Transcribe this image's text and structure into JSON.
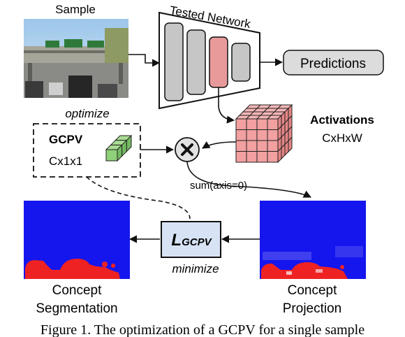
{
  "labels": {
    "sample": "Sample",
    "tested_network": "Tested Network",
    "predictions": "Predictions",
    "activations": "Activations",
    "activations_dims": "CxHxW",
    "optimize": "optimize",
    "gcpv": "GCPV",
    "gcpv_dims": "Cx1x1",
    "sum": "sum(axis=0)",
    "loss_main": "L",
    "loss_sub": "GCPV",
    "minimize": "minimize",
    "concept_seg_line1": "Concept",
    "concept_seg_line2": "Segmentation",
    "concept_proj_line1": "Concept",
    "concept_proj_line2": "Projection",
    "caption": "Figure 1. The optimization of a GCPV for a single sample"
  },
  "colors": {
    "network_layer": "#c6c6c6",
    "network_highlight": "#e89a9a",
    "activation_cube": "#f2a0a0",
    "gcpv_cube": "#8fd07a",
    "loss_box": "#d7e3f4",
    "predictions_box": "#dcdcdc",
    "mask_background": "#1515ee",
    "mask_concept": "#ee2222"
  }
}
